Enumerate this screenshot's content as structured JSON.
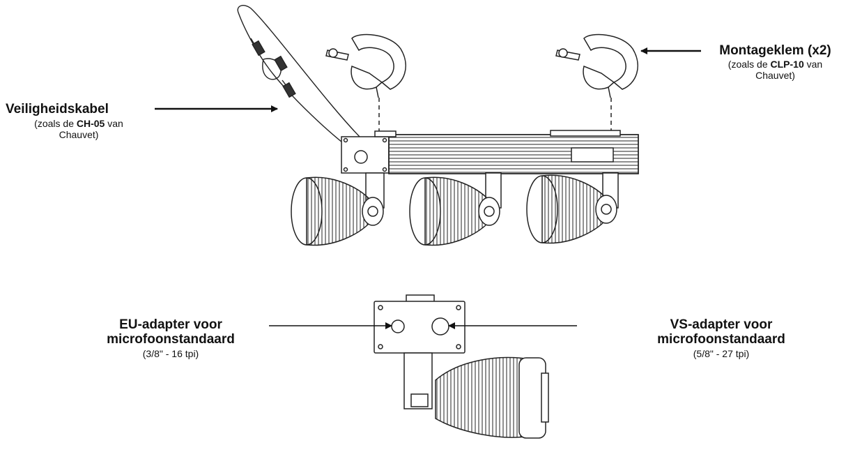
{
  "safety_cable": {
    "title": "Veiligheidskabel",
    "sub_prefix": "(zoals de ",
    "sub_bold": "CH-05",
    "sub_mid": " van",
    "sub_line2": "Chauvet)"
  },
  "mounting_clamp": {
    "title": "Montageklem (x2)",
    "sub_prefix": "(zoals de ",
    "sub_bold": "CLP-10",
    "sub_mid": " van",
    "sub_line2": "Chauvet)"
  },
  "eu_adapter": {
    "title_line1": "EU-adapter voor",
    "title_line2": "microfoonstandaard",
    "spec": "(3/8\" - 16 tpi)"
  },
  "us_adapter": {
    "title_line1": "VS-adapter voor",
    "title_line2": "microfoonstandaard",
    "spec": "(5/8\" - 27 tpi)"
  }
}
